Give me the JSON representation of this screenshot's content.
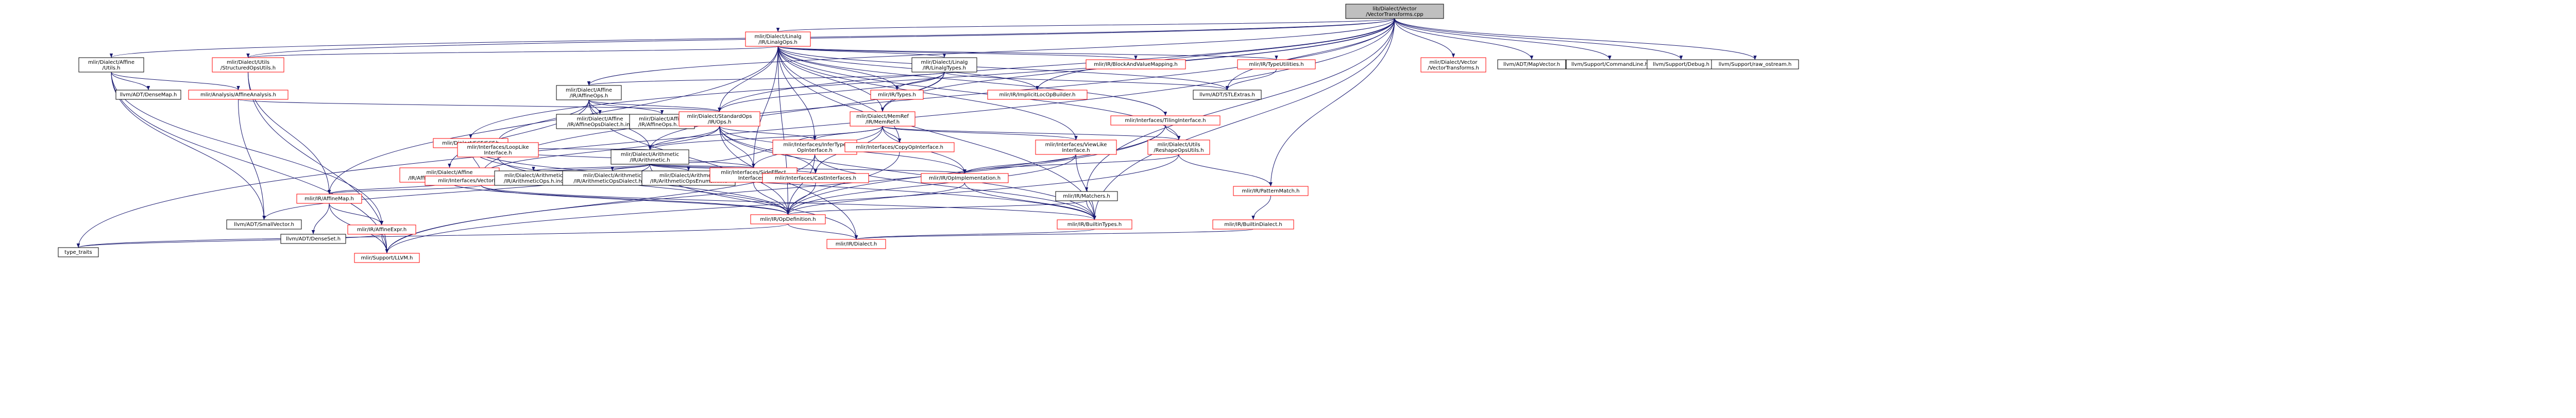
{
  "colors": {
    "root_fill": "#bfbfbf",
    "normal_border": "#000000",
    "link_border": "#ff0000",
    "node_fill": "#ffffff",
    "edge": "#191970",
    "text": "#000000"
  },
  "nodes": [
    {
      "id": "root",
      "lines": [
        "lib/Dialect/Vector",
        "/VectorTransforms.cpp"
      ],
      "kind": "root"
    },
    {
      "id": "affine_utils",
      "lines": [
        "mlir/Dialect/Affine",
        "/Utils.h"
      ],
      "kind": "normal"
    },
    {
      "id": "dialect_utils_sio",
      "lines": [
        "mlir/Dialect/Utils",
        "/StructuredOpsUtils.h"
      ],
      "kind": "link"
    },
    {
      "id": "linalg_ops",
      "lines": [
        "mlir/Dialect/Linalg",
        "/IR/LinalgOps.h"
      ],
      "kind": "link"
    },
    {
      "id": "vector_transforms",
      "lines": [
        "mlir/Dialect/Vector",
        "/VectorTransforms.h"
      ],
      "kind": "link"
    },
    {
      "id": "llvm_mapvector",
      "lines": [
        "llvm/ADT/MapVector.h"
      ],
      "kind": "normal"
    },
    {
      "id": "llvm_cmdline",
      "lines": [
        "llvm/Support/CommandLine.h"
      ],
      "kind": "normal"
    },
    {
      "id": "llvm_debug",
      "lines": [
        "llvm/Support/Debug.h"
      ],
      "kind": "normal"
    },
    {
      "id": "llvm_rawostream",
      "lines": [
        "llvm/Support/raw_ostream.h"
      ],
      "kind": "normal"
    },
    {
      "id": "llvm_densemap",
      "lines": [
        "llvm/ADT/DenseMap.h"
      ],
      "kind": "normal"
    },
    {
      "id": "affine_analysis",
      "lines": [
        "mlir/Analysis/AffineAnalysis.h"
      ],
      "kind": "link"
    },
    {
      "id": "affine_ops",
      "lines": [
        "mlir/Dialect/Affine",
        "/IR/AffineOps.h"
      ],
      "kind": "normal"
    },
    {
      "id": "linalg_types",
      "lines": [
        "mlir/Dialect/Linalg",
        "/IR/LinalgTypes.h"
      ],
      "kind": "normal"
    },
    {
      "id": "block_and_value_mapping",
      "lines": [
        "mlir/IR/BlockAndValueMapping.h"
      ],
      "kind": "link"
    },
    {
      "id": "type_utilities",
      "lines": [
        "mlir/IR/TypeUtilities.h"
      ],
      "kind": "link"
    },
    {
      "id": "ir_types",
      "lines": [
        "mlir/IR/Types.h"
      ],
      "kind": "link"
    },
    {
      "id": "implicit_loc_opbuilder",
      "lines": [
        "mlir/IR/ImplicitLocOpBuilder.h"
      ],
      "kind": "link"
    },
    {
      "id": "stl_extras",
      "lines": [
        "llvm/ADT/STLExtras.h"
      ],
      "kind": "normal"
    },
    {
      "id": "scf",
      "lines": [
        "mlir/Dialect/SCF/SCF.h"
      ],
      "kind": "link"
    },
    {
      "id": "affine_ops_dialect_inc",
      "lines": [
        "mlir/Dialect/Affine",
        "/IR/AffineOpsDialect.h.inc"
      ],
      "kind": "normal"
    },
    {
      "id": "affine_ops_h_inc",
      "lines": [
        "mlir/Dialect/Affine",
        "/IR/AffineOps.h.inc"
      ],
      "kind": "normal"
    },
    {
      "id": "standard_ops",
      "lines": [
        "mlir/Dialect/StandardOps",
        "/IR/Ops.h"
      ],
      "kind": "link"
    },
    {
      "id": "memref",
      "lines": [
        "mlir/Dialect/MemRef",
        "/IR/MemRef.h"
      ],
      "kind": "link"
    },
    {
      "id": "tiling_interface",
      "lines": [
        "mlir/Interfaces/TilingInterface.h"
      ],
      "kind": "link"
    },
    {
      "id": "loop_like_interface",
      "lines": [
        "mlir/Interfaces/LoopLike",
        "Interface.h"
      ],
      "kind": "link"
    },
    {
      "id": "arithmetic",
      "lines": [
        "mlir/Dialect/Arithmetic",
        "/IR/Arithmetic.h"
      ],
      "kind": "normal"
    },
    {
      "id": "infer_type_op_interface",
      "lines": [
        "mlir/Interfaces/InferType",
        "OpInterface.h"
      ],
      "kind": "link"
    },
    {
      "id": "copy_op_interface",
      "lines": [
        "mlir/Interfaces/CopyOpInterface.h"
      ],
      "kind": "link"
    },
    {
      "id": "view_like_interface",
      "lines": [
        "mlir/Interfaces/ViewLike",
        "Interface.h"
      ],
      "kind": "link"
    },
    {
      "id": "reshape_ops_utils",
      "lines": [
        "mlir/Dialect/Utils",
        "/ReshapeOpsUtils.h"
      ],
      "kind": "link"
    },
    {
      "id": "llvm_smallvector",
      "lines": [
        "llvm/ADT/SmallVector.h"
      ],
      "kind": "normal"
    },
    {
      "id": "affine_memory_op_interfaces",
      "lines": [
        "mlir/Dialect/Affine",
        "/IR/AffineMemoryOpInterfaces.h"
      ],
      "kind": "link"
    },
    {
      "id": "vector_interfaces",
      "lines": [
        "mlir/Interfaces/VectorInterfaces.h"
      ],
      "kind": "link"
    },
    {
      "id": "arith_ops_h_inc",
      "lines": [
        "mlir/Dialect/Arithmetic",
        "/IR/ArithmeticOps.h.inc"
      ],
      "kind": "normal"
    },
    {
      "id": "arith_ops_dialect_inc",
      "lines": [
        "mlir/Dialect/Arithmetic",
        "/IR/ArithmeticOpsDialect.h.inc"
      ],
      "kind": "normal"
    },
    {
      "id": "arith_ops_enums_inc",
      "lines": [
        "mlir/Dialect/Arithmetic",
        "/IR/ArithmeticOpsEnums.h.inc"
      ],
      "kind": "normal"
    },
    {
      "id": "side_effect_interfaces",
      "lines": [
        "mlir/Interfaces/SideEffect",
        "Interfaces.h"
      ],
      "kind": "link"
    },
    {
      "id": "cast_interfaces",
      "lines": [
        "mlir/Interfaces/CastInterfaces.h"
      ],
      "kind": "link"
    },
    {
      "id": "op_implementation",
      "lines": [
        "mlir/IR/OpImplementation.h"
      ],
      "kind": "link"
    },
    {
      "id": "ir_matchers",
      "lines": [
        "mlir/IR/Matchers.h"
      ],
      "kind": "normal"
    },
    {
      "id": "pattern_match",
      "lines": [
        "mlir/IR/PatternMatch.h"
      ],
      "kind": "link"
    },
    {
      "id": "affine_map",
      "lines": [
        "mlir/IR/AffineMap.h"
      ],
      "kind": "link"
    },
    {
      "id": "op_definition",
      "lines": [
        "mlir/IR/OpDefinition.h"
      ],
      "kind": "link"
    },
    {
      "id": "builtin_types",
      "lines": [
        "mlir/IR/BuiltinTypes.h"
      ],
      "kind": "link"
    },
    {
      "id": "builtin_dialect",
      "lines": [
        "mlir/IR/BuiltinDialect.h"
      ],
      "kind": "link"
    },
    {
      "id": "affine_expr",
      "lines": [
        "mlir/IR/AffineExpr.h"
      ],
      "kind": "link"
    },
    {
      "id": "llvm_denseset",
      "lines": [
        "llvm/ADT/DenseSet.h"
      ],
      "kind": "normal"
    },
    {
      "id": "ir_dialect",
      "lines": [
        "mlir/IR/Dialect.h"
      ],
      "kind": "link"
    },
    {
      "id": "type_traits",
      "lines": [
        "type_traits"
      ],
      "kind": "normal"
    },
    {
      "id": "support_llvm",
      "lines": [
        "mlir/Support/LLVM.h"
      ],
      "kind": "link"
    }
  ],
  "edges": [
    [
      "root",
      "affine_utils"
    ],
    [
      "root",
      "dialect_utils_sio"
    ],
    [
      "root",
      "linalg_ops"
    ],
    [
      "root",
      "vector_transforms"
    ],
    [
      "root",
      "llvm_mapvector"
    ],
    [
      "root",
      "llvm_cmdline"
    ],
    [
      "root",
      "llvm_debug"
    ],
    [
      "root",
      "llvm_rawostream"
    ],
    [
      "root",
      "affine_ops"
    ],
    [
      "root",
      "scf"
    ],
    [
      "root",
      "standard_ops"
    ],
    [
      "root",
      "memref"
    ],
    [
      "root",
      "vector_interfaces"
    ],
    [
      "root",
      "ir_matchers"
    ],
    [
      "root",
      "pattern_match"
    ],
    [
      "root",
      "implicit_loc_opbuilder"
    ],
    [
      "root",
      "type_traits"
    ],
    [
      "root",
      "builtin_types"
    ],
    [
      "root",
      "stl_extras"
    ],
    [
      "affine_utils",
      "llvm_densemap"
    ],
    [
      "affine_utils",
      "affine_analysis"
    ],
    [
      "affine_utils",
      "llvm_smallvector"
    ],
    [
      "affine_utils",
      "affine_expr"
    ],
    [
      "affine_utils",
      "support_llvm"
    ],
    [
      "affine_analysis",
      "standard_ops"
    ],
    [
      "affine_analysis",
      "llvm_smallvector"
    ],
    [
      "dialect_utils_sio",
      "affine_map"
    ],
    [
      "dialect_utils_sio",
      "support_llvm"
    ],
    [
      "linalg_ops",
      "dialect_utils_sio"
    ],
    [
      "linalg_ops",
      "linalg_types"
    ],
    [
      "linalg_ops",
      "block_and_value_mapping"
    ],
    [
      "linalg_ops",
      "type_utilities"
    ],
    [
      "linalg_ops",
      "ir_types"
    ],
    [
      "linalg_ops",
      "implicit_loc_opbuilder"
    ],
    [
      "linalg_ops",
      "standard_ops"
    ],
    [
      "linalg_ops",
      "memref"
    ],
    [
      "linalg_ops",
      "tiling_interface"
    ],
    [
      "linalg_ops",
      "infer_type_op_interface"
    ],
    [
      "linalg_ops",
      "view_like_interface"
    ],
    [
      "linalg_ops",
      "reshape_ops_utils"
    ],
    [
      "linalg_ops",
      "side_effect_interfaces"
    ],
    [
      "linalg_ops",
      "op_definition"
    ],
    [
      "linalg_ops",
      "builtin_types"
    ],
    [
      "linalg_ops",
      "affine_map"
    ],
    [
      "linalg_ops",
      "stl_extras"
    ],
    [
      "linalg_ops",
      "copy_op_interface"
    ],
    [
      "linalg_types",
      "affine_ops"
    ],
    [
      "linalg_types",
      "standard_ops"
    ],
    [
      "linalg_types",
      "memref"
    ],
    [
      "linalg_types",
      "ir_types"
    ],
    [
      "linalg_types",
      "stl_extras"
    ],
    [
      "linalg_types",
      "arithmetic"
    ],
    [
      "type_utilities",
      "stl_extras"
    ],
    [
      "affine_ops",
      "affine_ops_dialect_inc"
    ],
    [
      "affine_ops",
      "affine_ops_h_inc"
    ],
    [
      "affine_ops",
      "standard_ops"
    ],
    [
      "affine_ops",
      "arithmetic"
    ],
    [
      "affine_ops",
      "loop_like_interface"
    ],
    [
      "affine_ops",
      "affine_memory_op_interfaces"
    ],
    [
      "affine_ops",
      "op_definition"
    ],
    [
      "scf",
      "arithmetic"
    ],
    [
      "scf",
      "loop_like_interface"
    ],
    [
      "scf",
      "vector_interfaces"
    ],
    [
      "scf",
      "builtin_types"
    ],
    [
      "scf",
      "op_definition"
    ],
    [
      "scf",
      "side_effect_interfaces"
    ],
    [
      "standard_ops",
      "arithmetic"
    ],
    [
      "standard_ops",
      "infer_type_op_interface"
    ],
    [
      "standard_ops",
      "cast_interfaces"
    ],
    [
      "standard_ops",
      "side_effect_interfaces"
    ],
    [
      "standard_ops",
      "vector_interfaces"
    ],
    [
      "standard_ops",
      "op_implementation"
    ],
    [
      "standard_ops",
      "builtin_types"
    ],
    [
      "standard_ops",
      "ir_dialect"
    ],
    [
      "memref",
      "arithmetic"
    ],
    [
      "memref",
      "copy_op_interface"
    ],
    [
      "memref",
      "view_like_interface"
    ],
    [
      "memref",
      "cast_interfaces"
    ],
    [
      "memref",
      "infer_type_op_interface"
    ],
    [
      "memref",
      "side_effect_interfaces"
    ],
    [
      "memref",
      "op_implementation"
    ],
    [
      "memref",
      "reshape_ops_utils"
    ],
    [
      "tiling_interface",
      "reshape_ops_utils"
    ],
    [
      "tiling_interface",
      "op_definition"
    ],
    [
      "tiling_interface",
      "support_llvm"
    ],
    [
      "loop_like_interface",
      "op_definition"
    ],
    [
      "arithmetic",
      "arith_ops_h_inc"
    ],
    [
      "arithmetic",
      "arith_ops_dialect_inc"
    ],
    [
      "arithmetic",
      "arith_ops_enums_inc"
    ],
    [
      "arithmetic",
      "side_effect_interfaces"
    ],
    [
      "arithmetic",
      "cast_interfaces"
    ],
    [
      "arithmetic",
      "vector_interfaces"
    ],
    [
      "arithmetic",
      "infer_type_op_interface"
    ],
    [
      "arithmetic",
      "op_implementation"
    ],
    [
      "arithmetic",
      "ir_dialect"
    ],
    [
      "arithmetic",
      "llvm_smallvector"
    ],
    [
      "infer_type_op_interface",
      "builtin_types"
    ],
    [
      "infer_type_op_interface",
      "op_definition"
    ],
    [
      "infer_type_op_interface",
      "support_llvm"
    ],
    [
      "copy_op_interface",
      "op_definition"
    ],
    [
      "view_like_interface",
      "op_implementation"
    ],
    [
      "view_like_interface",
      "builtin_types"
    ],
    [
      "view_like_interface",
      "op_definition"
    ],
    [
      "reshape_ops_utils",
      "op_implementation"
    ],
    [
      "reshape_ops_utils",
      "pattern_match"
    ],
    [
      "reshape_ops_utils",
      "support_llvm"
    ],
    [
      "affine_memory_op_interfaces",
      "affine_map"
    ],
    [
      "affine_memory_op_interfaces",
      "op_definition"
    ],
    [
      "vector_interfaces",
      "affine_map"
    ],
    [
      "vector_interfaces",
      "builtin_types"
    ],
    [
      "vector_interfaces",
      "op_definition"
    ],
    [
      "side_effect_interfaces",
      "op_definition"
    ],
    [
      "cast_interfaces",
      "op_definition"
    ],
    [
      "op_implementation",
      "builtin_types"
    ],
    [
      "op_implementation",
      "op_definition"
    ],
    [
      "ir_matchers",
      "builtin_types"
    ],
    [
      "ir_matchers",
      "op_definition"
    ],
    [
      "pattern_match",
      "builtin_dialect"
    ],
    [
      "affine_map",
      "affine_expr"
    ],
    [
      "affine_map",
      "llvm_denseset"
    ],
    [
      "affine_map",
      "support_llvm"
    ],
    [
      "op_definition",
      "ir_dialect"
    ],
    [
      "op_definition",
      "type_traits"
    ],
    [
      "builtin_types",
      "ir_dialect"
    ],
    [
      "builtin_dialect",
      "ir_dialect"
    ],
    [
      "affine_expr",
      "type_traits"
    ],
    [
      "affine_expr",
      "support_llvm"
    ]
  ]
}
